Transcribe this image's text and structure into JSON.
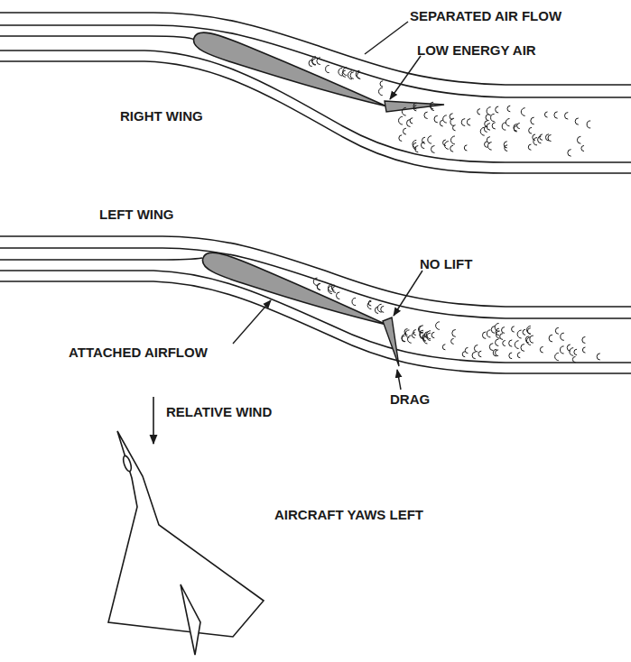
{
  "diagram": {
    "labels": [
      "SEPARATED AIR FLOW",
      "LOW ENERGY AIR",
      "RIGHT WING",
      "LEFT WING",
      "NO LIFT",
      "ATTACHED AIRFLOW",
      "DRAG",
      "RELATIVE WIND",
      "AIRCRAFT YAWS LEFT"
    ]
  }
}
